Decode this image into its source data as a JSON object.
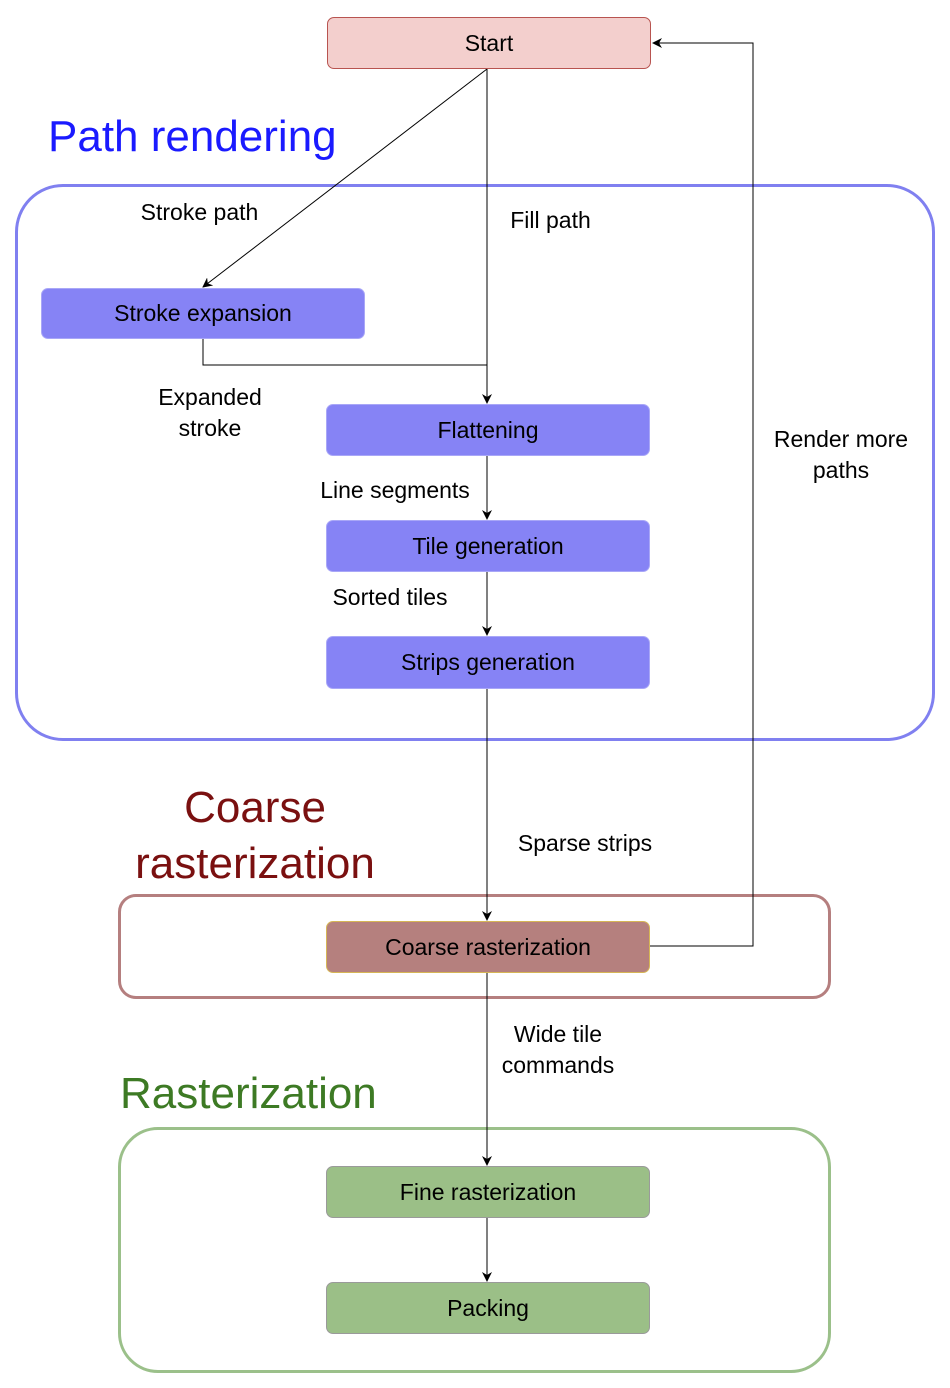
{
  "diagram": {
    "groups": {
      "path_rendering": {
        "title": "Path rendering",
        "color": "#1a1aff",
        "border_color": "#8080f0"
      },
      "coarse_rasterization": {
        "title": "Coarse\nrasterization",
        "color": "#7a1010",
        "border_color": "#b57f7f"
      },
      "rasterization": {
        "title": "Rasterization",
        "color": "#3d7a24",
        "border_color": "#9bc08a"
      }
    },
    "nodes": {
      "start": {
        "label": "Start",
        "fill": "#f3cfcd"
      },
      "stroke_expansion": {
        "label": "Stroke expansion",
        "fill": "#8683f5"
      },
      "flattening": {
        "label": "Flattening",
        "fill": "#8683f5"
      },
      "tile_generation": {
        "label": "Tile generation",
        "fill": "#8683f5"
      },
      "strips_generation": {
        "label": "Strips generation",
        "fill": "#8683f5"
      },
      "coarse_rasterization": {
        "label": "Coarse rasterization",
        "fill": "#b5807e"
      },
      "fine_rasterization": {
        "label": "Fine rasterization",
        "fill": "#9bbf87"
      },
      "packing": {
        "label": "Packing",
        "fill": "#9bbf87"
      }
    },
    "edges": {
      "stroke_path": {
        "from": "Start",
        "to": "Stroke expansion",
        "label": "Stroke path"
      },
      "fill_path": {
        "from": "Start",
        "to": "Flattening",
        "label": "Fill path"
      },
      "expanded_stroke": {
        "from": "Stroke expansion",
        "to": "Flattening",
        "label": "Expanded\nstroke"
      },
      "line_segments": {
        "from": "Flattening",
        "to": "Tile generation",
        "label": "Line segments"
      },
      "sorted_tiles": {
        "from": "Tile generation",
        "to": "Strips generation",
        "label": "Sorted tiles"
      },
      "sparse_strips": {
        "from": "Strips generation",
        "to": "Coarse rasterization",
        "label": "Sparse strips"
      },
      "render_more_paths": {
        "from": "Coarse rasterization",
        "to": "Start",
        "label": "Render more\npaths"
      },
      "wide_tile_commands": {
        "from": "Coarse rasterization",
        "to": "Fine rasterization",
        "label": "Wide tile\ncommands"
      },
      "fine_to_packing": {
        "from": "Fine rasterization",
        "to": "Packing",
        "label": ""
      }
    }
  }
}
